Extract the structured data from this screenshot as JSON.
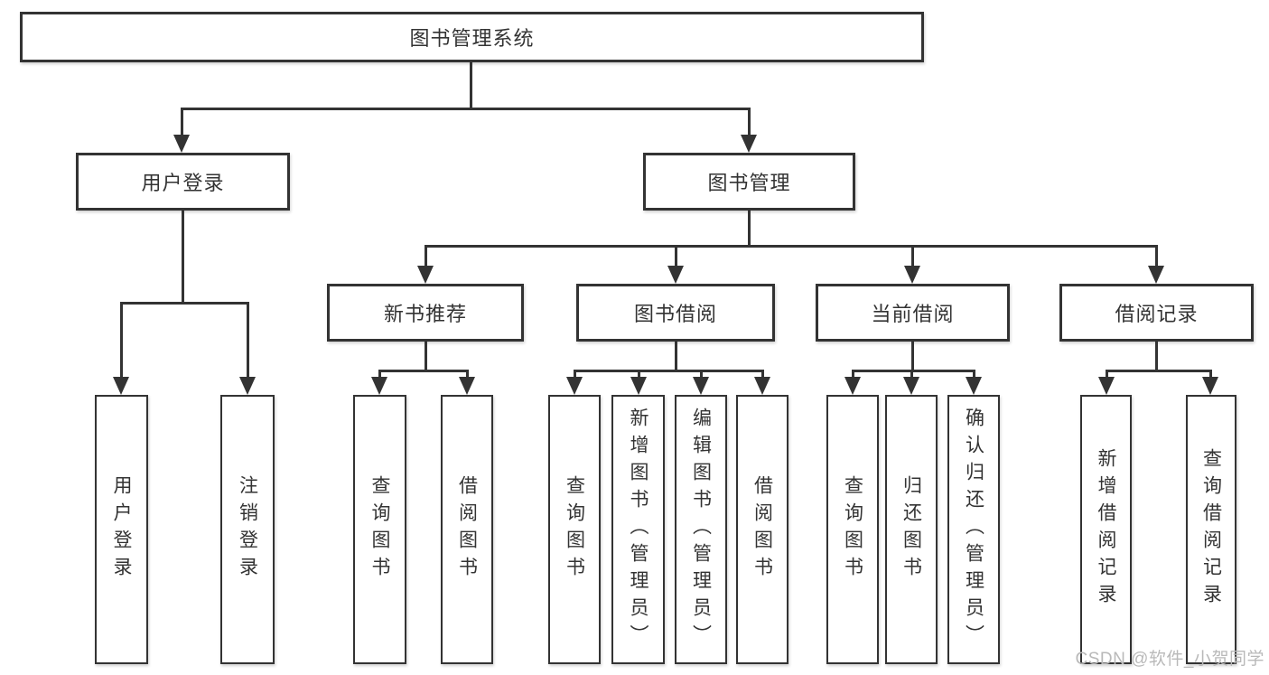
{
  "diagram": {
    "title": "图书管理系统",
    "branches": [
      {
        "label": "用户登录",
        "leaves": [
          "用户登录",
          "注销登录"
        ]
      },
      {
        "label": "图书管理",
        "children": [
          {
            "label": "新书推荐",
            "leaves": [
              "查询图书",
              "借阅图书"
            ]
          },
          {
            "label": "图书借阅",
            "leaves": [
              "查询图书",
              "新增图书（管理员）",
              "编辑图书（管理员）",
              "借阅图书"
            ]
          },
          {
            "label": "当前借阅",
            "leaves": [
              "查询图书",
              "归还图书",
              "确认归还（管理员）"
            ]
          },
          {
            "label": "借阅记录",
            "leaves": [
              "新增借阅记录",
              "查询借阅记录"
            ]
          }
        ]
      }
    ]
  },
  "watermark": "CSDN @软件_小贺同学",
  "colors": {
    "line": "#333333",
    "box_border": "#333333",
    "text": "#333333",
    "watermark_text": "#b9b9b9",
    "background": "#ffffff"
  }
}
